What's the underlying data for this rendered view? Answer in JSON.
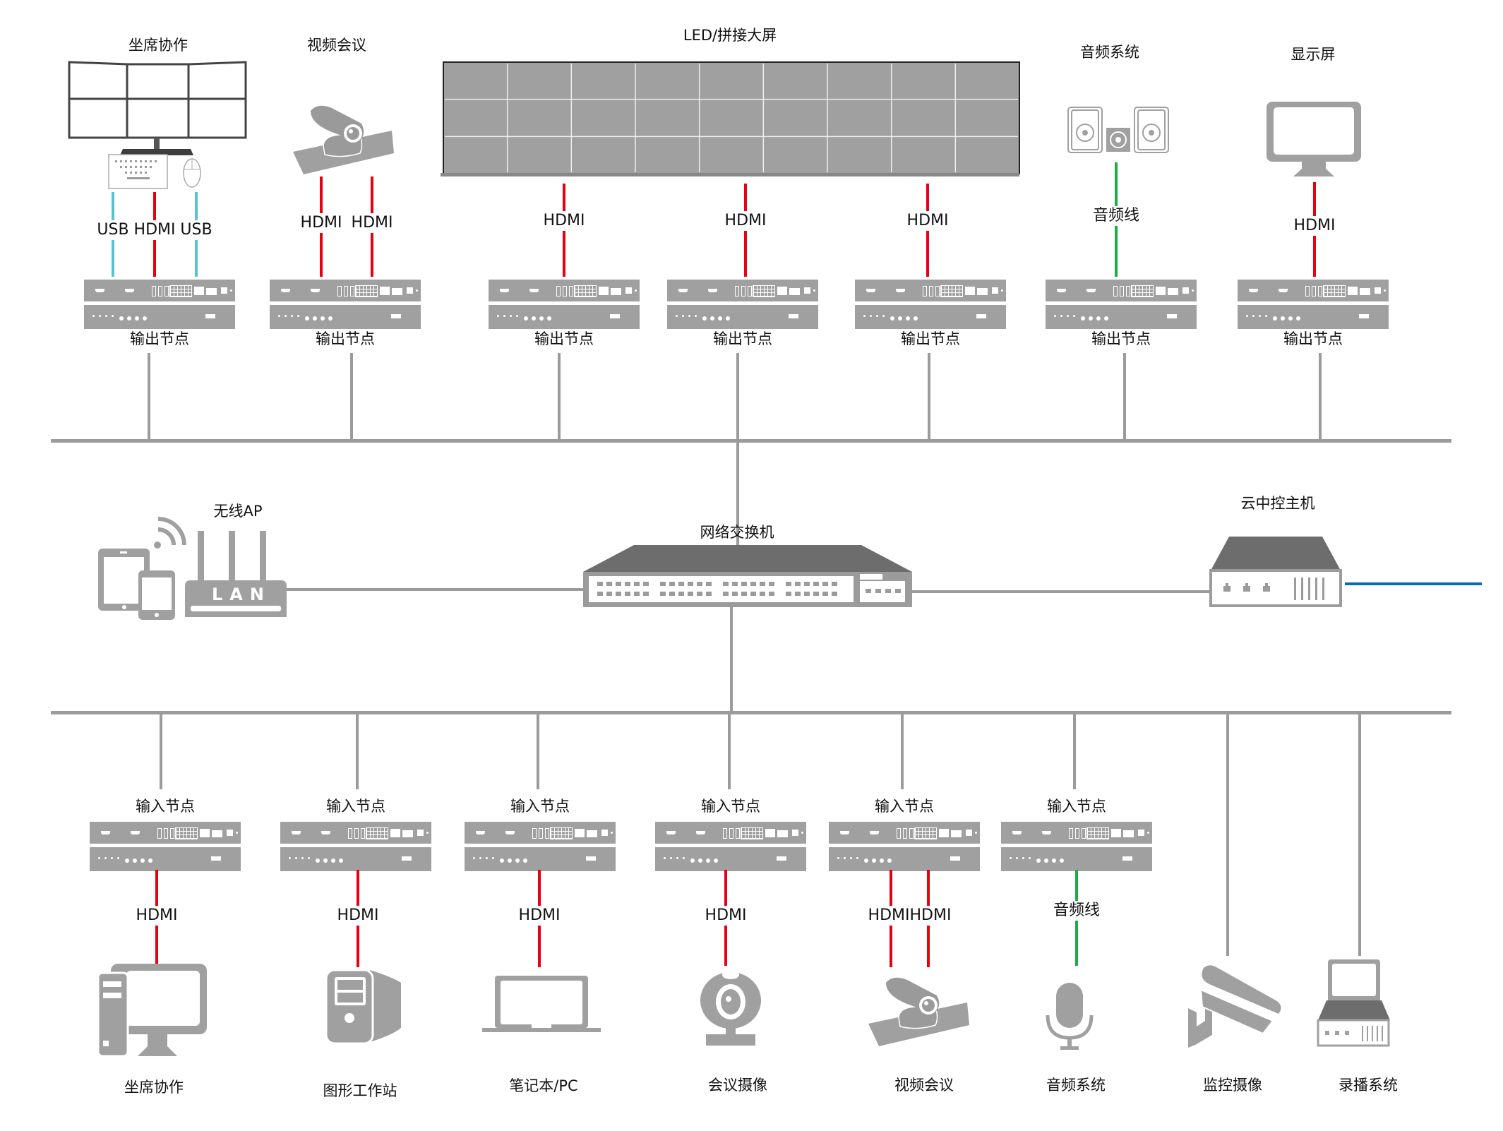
{
  "colors": {
    "hdmi": "#e60012",
    "usb": "#5bc0d0",
    "audio": "#1faa4a",
    "uplink": "#0a6bb8",
    "network": "#9b9b9b",
    "device": "#a0a0a0",
    "device_dark": "#6d6d6d"
  },
  "top_devices": [
    {
      "title": "坐席协作",
      "icon": "multi-monitor-workstation-icon"
    },
    {
      "title": "视频会议",
      "icon": "video-conference-camera-icon"
    },
    {
      "title": "LED/拼接大屏",
      "icon": "video-wall-icon",
      "grid": {
        "cols": 9,
        "rows": 3
      }
    },
    {
      "title": "音频系统",
      "icon": "speakers-icon"
    },
    {
      "title": "显示屏",
      "icon": "monitor-icon"
    }
  ],
  "output_nodes": [
    {
      "label": "输出节点",
      "cables": [
        {
          "type": "usb",
          "label": "USB"
        },
        {
          "type": "hdmi",
          "label": "HDMI"
        },
        {
          "type": "usb",
          "label": "USB"
        }
      ]
    },
    {
      "label": "输出节点",
      "cables": [
        {
          "type": "hdmi",
          "label": "HDMI"
        },
        {
          "type": "hdmi",
          "label": "HDMI"
        }
      ]
    },
    {
      "label": "输出节点",
      "cables": [
        {
          "type": "hdmi",
          "label": "HDMI"
        }
      ]
    },
    {
      "label": "输出节点",
      "cables": [
        {
          "type": "hdmi",
          "label": "HDMI"
        }
      ]
    },
    {
      "label": "输出节点",
      "cables": [
        {
          "type": "hdmi",
          "label": "HDMI"
        }
      ]
    },
    {
      "label": "输出节点",
      "cables": [
        {
          "type": "audio",
          "label": "音频线"
        }
      ]
    },
    {
      "label": "输出节点",
      "cables": [
        {
          "type": "hdmi",
          "label": "HDMI"
        }
      ]
    }
  ],
  "core": {
    "switch_label": "网络交换机",
    "ap_label": "无线AP",
    "ap_text": "LAN",
    "controller_label": "云中控主机"
  },
  "input_nodes": [
    {
      "label": "输入节点",
      "cable": {
        "type": "hdmi",
        "label": "HDMI"
      },
      "source": "坐席协作",
      "icon": "desktop-pc-icon"
    },
    {
      "label": "输入节点",
      "cable": {
        "type": "hdmi",
        "label": "HDMI"
      },
      "source": "图形工作站",
      "icon": "workstation-tower-icon"
    },
    {
      "label": "输入节点",
      "cable": {
        "type": "hdmi",
        "label": "HDMI"
      },
      "source": "笔记本/PC",
      "icon": "laptop-icon"
    },
    {
      "label": "输入节点",
      "cable": {
        "type": "hdmi",
        "label": "HDMI"
      },
      "source": "会议摄像",
      "icon": "webcam-icon"
    },
    {
      "label": "输入节点",
      "cable": {
        "type": "hdmi",
        "label": "HDMIHDMI",
        "count": 2
      },
      "source": "视频会议",
      "icon": "video-conference-camera-icon"
    },
    {
      "label": "输入节点",
      "cable": {
        "type": "audio",
        "label": "音频线"
      },
      "source": "音频系统",
      "icon": "microphone-icon"
    }
  ],
  "direct_sources": [
    {
      "source": "监控摄像",
      "icon": "surveillance-camera-icon"
    },
    {
      "source": "录播系统",
      "icon": "recording-system-icon"
    }
  ]
}
